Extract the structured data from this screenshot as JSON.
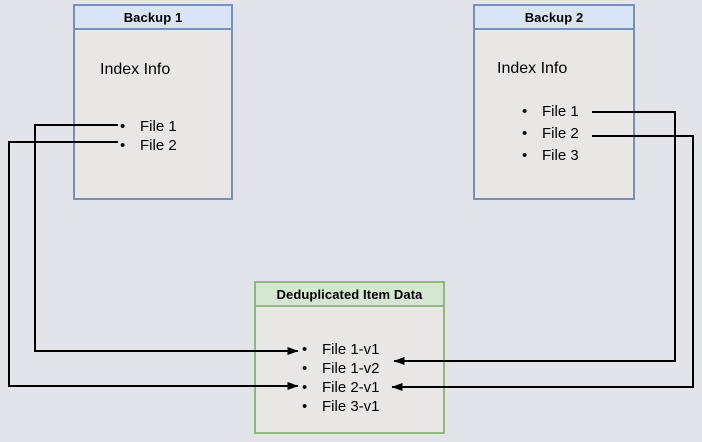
{
  "diagram": {
    "backup1": {
      "title": "Backup 1",
      "section_label": "Index Info",
      "files": [
        "File 1",
        "File 2"
      ]
    },
    "backup2": {
      "title": "Backup 2",
      "section_label": "Index Info",
      "files": [
        "File 1",
        "File 2",
        "File 3"
      ]
    },
    "dedup": {
      "title": "Deduplicated Item Data",
      "items": [
        "File 1-v1",
        "File 1-v2",
        "File 2-v1",
        "File 3-v1"
      ]
    },
    "connections": [
      {
        "from": "Backup 1 / File 1",
        "to": "File 1-v1",
        "arrow_side": "left"
      },
      {
        "from": "Backup 1 / File 2",
        "to": "File 2-v1",
        "arrow_side": "left"
      },
      {
        "from": "Backup 2 / File 1",
        "to": "File 1-v2",
        "arrow_side": "right"
      },
      {
        "from": "Backup 2 / File 2",
        "to": "File 2-v1",
        "arrow_side": "right"
      }
    ],
    "colors": {
      "canvas_bg": "#e3e3ea",
      "box_bg": "#e8e7e6",
      "backup_header_bg": "#d9e5f7",
      "backup_border": "#7590c2",
      "dedup_header_bg": "#d6e7d1",
      "dedup_border": "#8eba80",
      "arrow": "#000000"
    }
  }
}
